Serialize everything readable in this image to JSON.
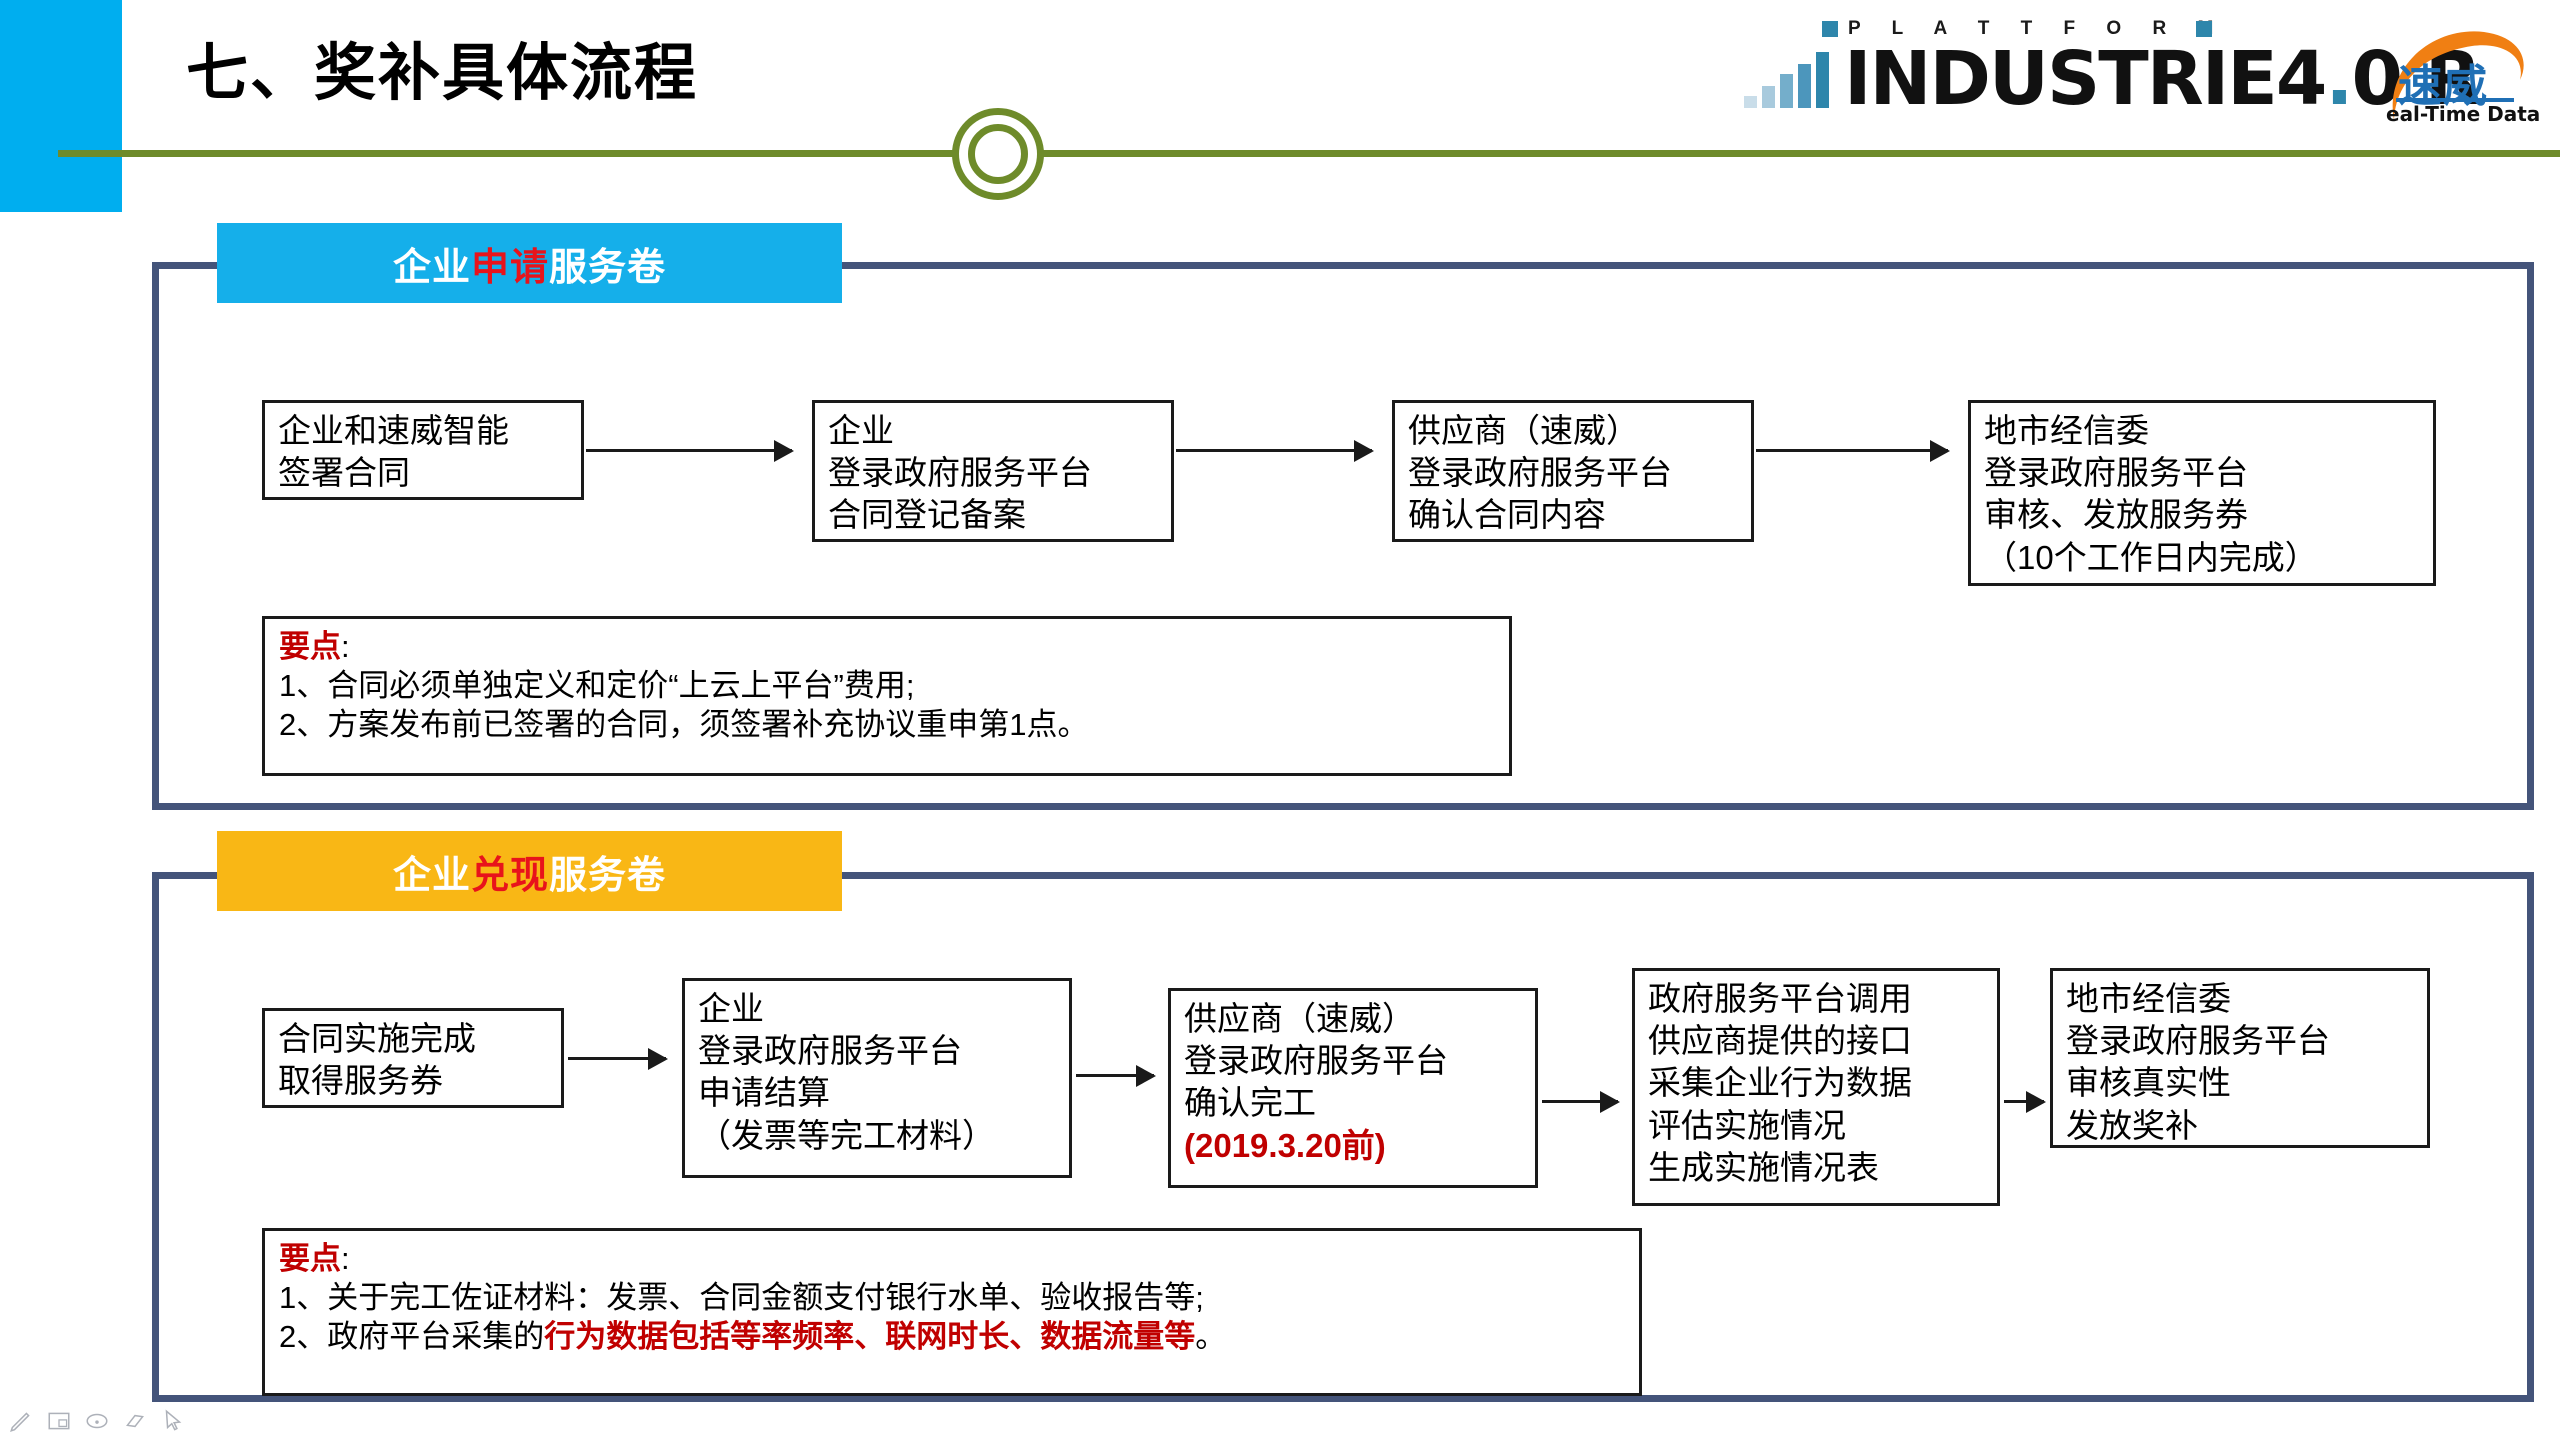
{
  "slide": {
    "title": "七、奖补具体流程",
    "accent_green": "#6E8B2A",
    "accent_blue": "#00AEEF",
    "frame_color": "#44547A",
    "highlight_red": "#C00000"
  },
  "logo": {
    "plattform": "P L A T T F O R M",
    "wordmark_main": "INDUSTRIE4",
    "wordmark_dot": ".",
    "wordmark_tail": "0 R",
    "brand_cn": "速威",
    "brand_en": "eal-Time Data"
  },
  "sections": [
    {
      "banner_prefix": "企业",
      "banner_highlight": "申请",
      "banner_suffix": "服务卷",
      "banner_color": "#15AFEA",
      "steps": [
        {
          "text": "企业和速威智能\n签署合同"
        },
        {
          "text": "企业\n登录政府服务平台\n合同登记备案"
        },
        {
          "text": "供应商（速威）\n登录政府服务平台\n确认合同内容"
        },
        {
          "text": "地市经信委\n登录政府服务平台\n审核、发放服务券\n （10个工作日内完成）"
        }
      ],
      "keypoint": {
        "title": "要点",
        "colon": ":",
        "line1": "1、合同必须单独定义和定价“上云上平台”费用;",
        "line2": "2、方案发布前已签署的合同，须签署补充协议重申第1点。"
      }
    },
    {
      "banner_prefix": "企业",
      "banner_highlight": "兑现",
      "banner_suffix": "服务卷",
      "banner_color": "#F9B715",
      "steps": [
        {
          "text": "合同实施完成\n取得服务券"
        },
        {
          "text": "企业\n登录政府服务平台\n申请结算\n （发票等完工材料）"
        },
        {
          "text": "供应商（速威）\n登录政府服务平台\n确认完工\n",
          "emphasis": "(2019.3.20前)"
        },
        {
          "text": "政府服务平台调用\n供应商提供的接口\n采集企业行为数据\n评估实施情况\n生成实施情况表"
        },
        {
          "text": "地市经信委\n登录政府服务平台\n审核真实性\n发放奖补"
        }
      ],
      "keypoint": {
        "title": "要点",
        "colon": ":",
        "line1": "1、关于完工佐证材料：发票、合同金额支付银行水单、验收报告等;",
        "line2_prefix": "2、政府平台采集的",
        "line2_red": "行为数据包括等率频率、联网时长、数据流量等",
        "line2_suffix": "。"
      }
    }
  ],
  "ink_toolbar": {
    "items": [
      "pen-icon",
      "slide-thumbnail-icon",
      "highlighter-icon",
      "eraser-icon",
      "cursor-icon"
    ]
  }
}
